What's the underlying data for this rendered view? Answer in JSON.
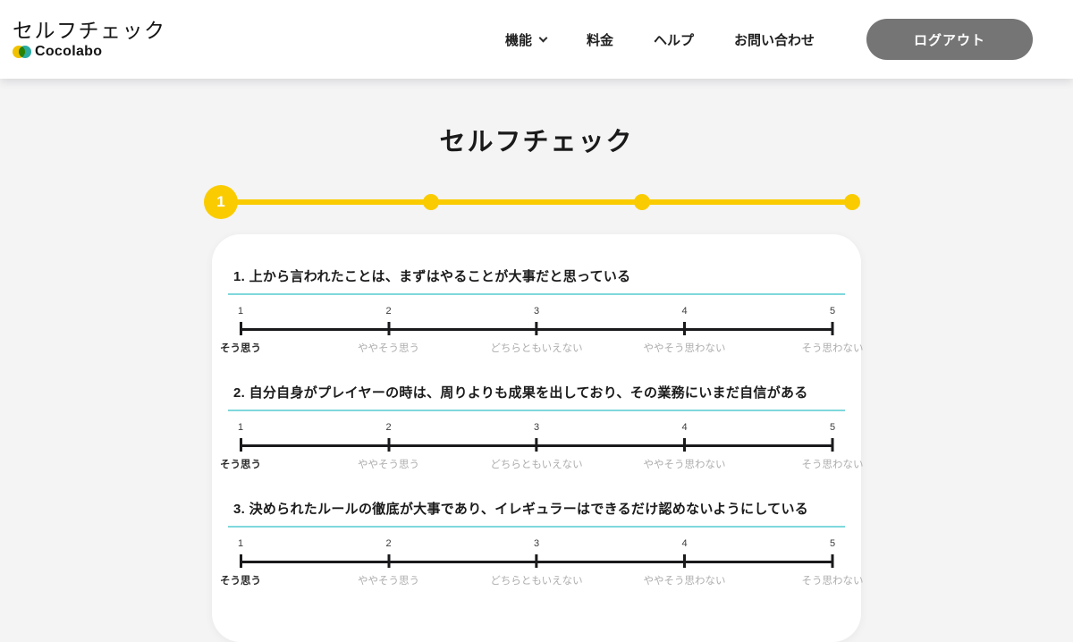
{
  "header": {
    "logo": {
      "title": "セルフチェック",
      "brand": "Cocolabo"
    },
    "nav": [
      {
        "id": "features",
        "label": "機能",
        "has_dropdown": true
      },
      {
        "id": "pricing",
        "label": "料金",
        "has_dropdown": false
      },
      {
        "id": "help",
        "label": "ヘルプ",
        "has_dropdown": false
      },
      {
        "id": "contact",
        "label": "お問い合わせ",
        "has_dropdown": false
      }
    ],
    "logout_label": "ログアウト"
  },
  "page": {
    "title": "セルフチェック",
    "stepper": {
      "steps": [
        {
          "label": "1",
          "state": "current"
        },
        {
          "label": "",
          "state": "upcoming"
        },
        {
          "label": "",
          "state": "upcoming"
        },
        {
          "label": "",
          "state": "upcoming"
        }
      ]
    }
  },
  "survey": {
    "scale": {
      "numbers": [
        "1",
        "2",
        "3",
        "4",
        "5"
      ],
      "labels": [
        "そう思う",
        "ややそう思う",
        "どちらともいえない",
        "ややそう思わない",
        "そう思わない"
      ]
    },
    "questions": [
      "1. 上から言われたことは、まずはやることが大事だと思っている",
      "2. 自分自身がプレイヤーの時は、周りよりも成果を出しており、その業務にいまだ自信がある",
      "3. 決められたルールの徹底が大事であり、イレギュラーはできるだけ認めないようにしている"
    ]
  },
  "colors": {
    "accent_yellow": "#FACC00",
    "underline_teal": "#7FD8DC",
    "logout_gray": "#757575",
    "brand_teal": "#2BAAA2",
    "brand_yellow": "#F2C200"
  }
}
